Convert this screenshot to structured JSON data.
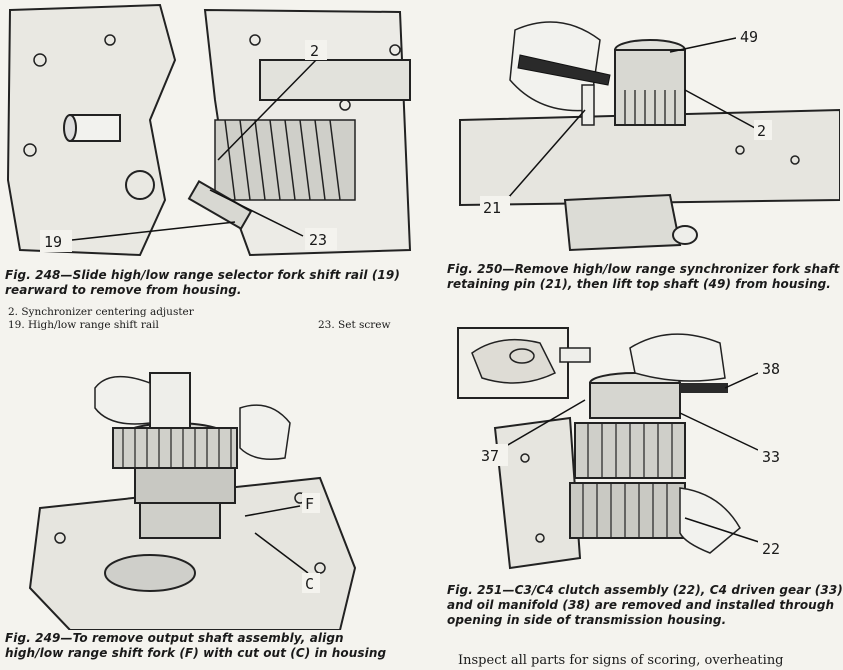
{
  "figures": {
    "fig248": {
      "caption_line1": "Fig. 248—Slide high/low range selector fork shift rail (19)",
      "caption_line2": "rearward to remove from housing.",
      "callouts": [
        "2",
        "19",
        "23"
      ],
      "legend": {
        "item2": "2. Synchronizer centering adjuster",
        "item19": "19. High/low range shift rail",
        "item23": "23. Set screw"
      }
    },
    "fig249": {
      "caption_line1": "Fig. 249—To remove output shaft assembly, align",
      "caption_line2": "high/low range shift fork (F) with cut out (C) in housing",
      "callouts": [
        "F",
        "C"
      ]
    },
    "fig250": {
      "caption_line1": "Fig. 250—Remove high/low range synchronizer fork shaft",
      "caption_line2": "retaining pin (21), then lift top shaft (49) from housing.",
      "callouts": [
        "49",
        "2",
        "21"
      ]
    },
    "fig251": {
      "caption_line1": "Fig. 251—C3/C4 clutch assembly (22), C4 driven gear (33)",
      "caption_line2": "and oil manifold (38) are removed and installed through",
      "caption_line3": "opening in side of transmission housing.",
      "callouts": [
        "38",
        "37",
        "33",
        "22"
      ]
    }
  },
  "body_text": "Inspect all parts for signs of scoring, overheating"
}
